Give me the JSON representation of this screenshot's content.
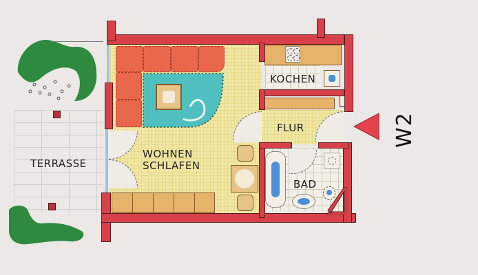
{
  "floor_plan": {
    "unit_label": "W2",
    "rooms": {
      "living": {
        "line1": "WOHNEN",
        "line2": "SCHLAFEN"
      },
      "kitchen": "KOCHEN",
      "hallway": "FLUR",
      "bathroom": "BAD",
      "terrace": "TERRASSE"
    },
    "colors": {
      "wall": "#d9414a",
      "floor": "#f1e8a6",
      "sofa": "#e9674a",
      "rug": "#4fbfbf",
      "cabinet": "#e6b36a",
      "plant": "#2e8a3e",
      "water": "#4a90d9",
      "background": "#ebe8e6"
    },
    "entrance_marker": "triangle"
  }
}
